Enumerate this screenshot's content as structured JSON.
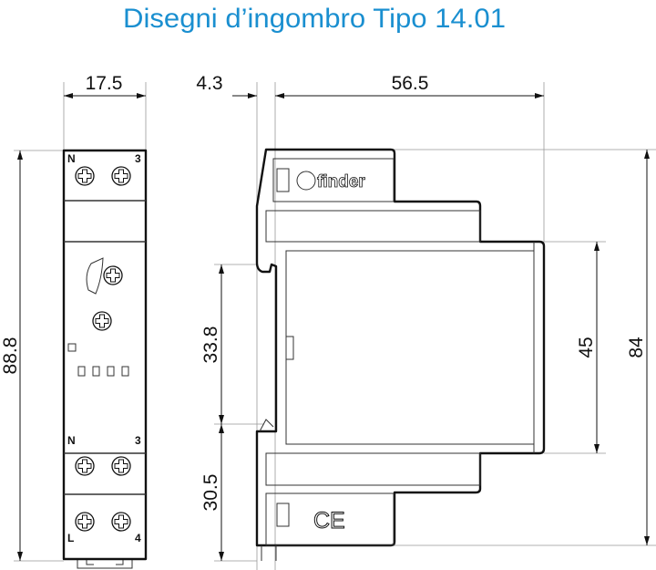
{
  "title": "Disegni d’ingombro Tipo 14.01",
  "colors": {
    "title": "#1a8fd0",
    "line": "#111111"
  },
  "dimensions": {
    "front_width": "17.5",
    "front_height": "88.8",
    "offset_depth": "4.3",
    "depth": "56.5",
    "upper_rail": "33.8",
    "lower_rail": "30.5",
    "front_face_height": "45",
    "total_height": "84"
  },
  "terminals": {
    "top_left": "N",
    "top_right": "3",
    "mid_left": "N",
    "mid_right": "3",
    "bottom_left": "L",
    "bottom_right": "4"
  },
  "brand": "finder",
  "mark": "CE"
}
